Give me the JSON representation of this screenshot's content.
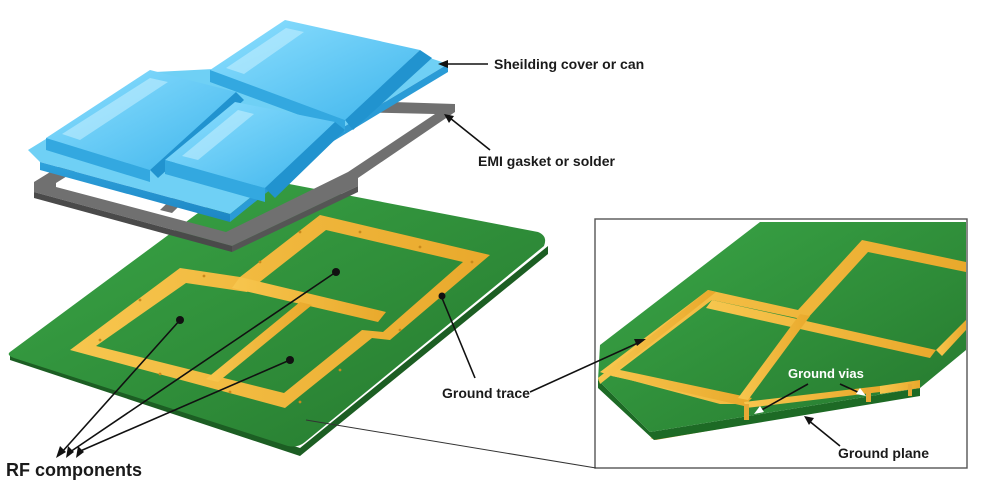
{
  "labels": {
    "shielding_cover": "Sheilding cover or can",
    "emi_gasket": "EMI gasket or solder",
    "ground_trace": "Ground trace",
    "rf_components": "RF components",
    "ground_vias": "Ground vias",
    "ground_plane": "Ground plane"
  },
  "colors": {
    "pcb_green": "#2f8f3a",
    "pcb_dark": "#1f6b28",
    "trace_gold": "#f0b63a",
    "shield_blue": "#4cc3f0",
    "gasket_gray": "#6e6e6e"
  }
}
